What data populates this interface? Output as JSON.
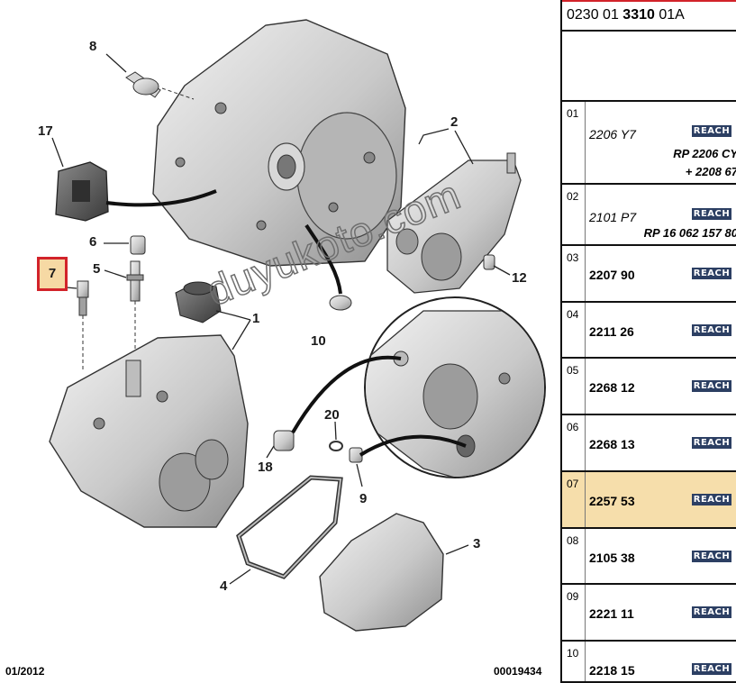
{
  "header": {
    "ref_part1": "0230 01",
    "ref_part2": "3310",
    "ref_part3": "01A"
  },
  "footer": {
    "date": "01/2012",
    "image_code": "00019434"
  },
  "watermark": "duyukoto.com",
  "diagram": {
    "callouts": [
      "8",
      "17",
      "2",
      "6",
      "5",
      "7",
      "1",
      "12",
      "10",
      "20",
      "18",
      "9",
      "3",
      "4"
    ],
    "selected_callout": "7"
  },
  "parts": [
    {
      "num": "01",
      "code": "2206 Y7",
      "style": "italic",
      "sub1": "RP 2206 CY",
      "sub2": "+ 2208 67",
      "badge": "REACH"
    },
    {
      "num": "02",
      "code": "2101 P7",
      "style": "italic",
      "sub1": "RP 16 062 157 80",
      "sub2": "",
      "badge": "REACH"
    },
    {
      "num": "03",
      "code": "2207 90",
      "style": "bold",
      "sub1": "",
      "sub2": "",
      "badge": "REACH"
    },
    {
      "num": "04",
      "code": "2211 26",
      "style": "bold",
      "sub1": "",
      "sub2": "",
      "badge": "REACH"
    },
    {
      "num": "05",
      "code": "2268 12",
      "style": "bold",
      "sub1": "",
      "sub2": "",
      "badge": "REACH"
    },
    {
      "num": "06",
      "code": "2268 13",
      "style": "bold",
      "sub1": "",
      "sub2": "",
      "badge": "REACH"
    },
    {
      "num": "07",
      "code": "2257 53",
      "style": "bold",
      "sub1": "",
      "sub2": "",
      "badge": "REACH",
      "selected": true
    },
    {
      "num": "08",
      "code": "2105 38",
      "style": "bold",
      "sub1": "",
      "sub2": "",
      "badge": "REACH"
    },
    {
      "num": "09",
      "code": "2221 11",
      "style": "bold",
      "sub1": "",
      "sub2": "",
      "badge": "REACH"
    },
    {
      "num": "10",
      "code": "2218 15",
      "style": "bold",
      "sub1": "",
      "sub2": "",
      "badge": "REACH"
    }
  ]
}
